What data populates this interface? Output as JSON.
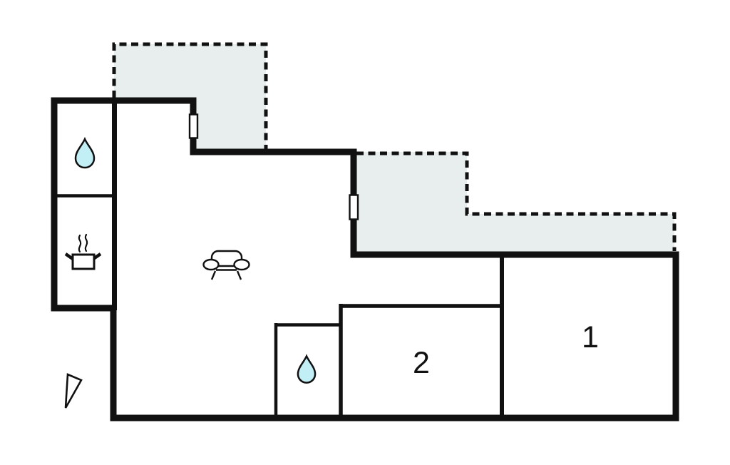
{
  "colors": {
    "background": "#ffffff",
    "wall": "#111111",
    "terrace_fill": "#e8eeed",
    "water_drop_fill": "#c2eef6",
    "icon_fill": "#ffffff"
  },
  "rooms": {
    "bedroom_1": {
      "label": "1"
    },
    "bedroom_2": {
      "label": "2"
    }
  },
  "icons": {
    "bathroom_top": "water-drop",
    "kitchen": "cooking-pot",
    "living_room": "sofa",
    "bathroom_bottom": "water-drop",
    "orientation_marker": "north-arrow-triangle"
  },
  "areas": {
    "terrace_top": {
      "outline": "dashed"
    },
    "terrace_right": {
      "outline": "dashed"
    }
  }
}
